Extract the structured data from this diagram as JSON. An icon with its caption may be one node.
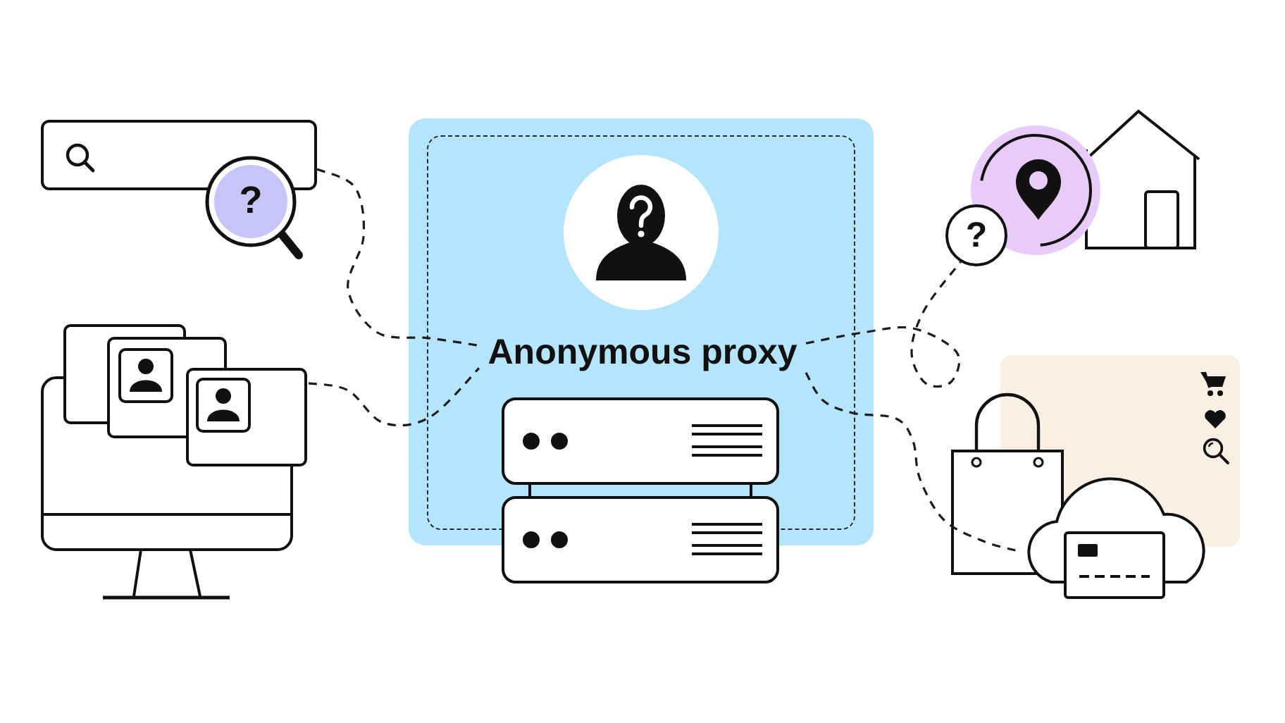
{
  "diagram": {
    "nodes": [
      {
        "text": [],
        "shape": "box"
      },
      {
        "text": [
          "Anonymous proxy"
        ],
        "in": 0
      },
      {
        "text": [],
        "shape": "box"
      },
      {
        "text": [],
        "shape": "picture"
      },
      {
        "text": [
          "?"
        ]
      },
      {
        "text": [],
        "shape": "cloud"
      }
    ],
    "edges": [
      {
        "from": 2,
        "to": 1,
        "arrow": "none",
        "style": "dashed"
      },
      {
        "from": 3,
        "to": 1,
        "arrow": "none",
        "style": "dashed"
      },
      {
        "from": 1,
        "to": 4,
        "arrow": "none",
        "style": "dashed"
      },
      {
        "from": 1,
        "to": 5,
        "arrow": "none",
        "style": "dashed"
      }
    ],
    "labels": [
      "?"
    ]
  }
}
